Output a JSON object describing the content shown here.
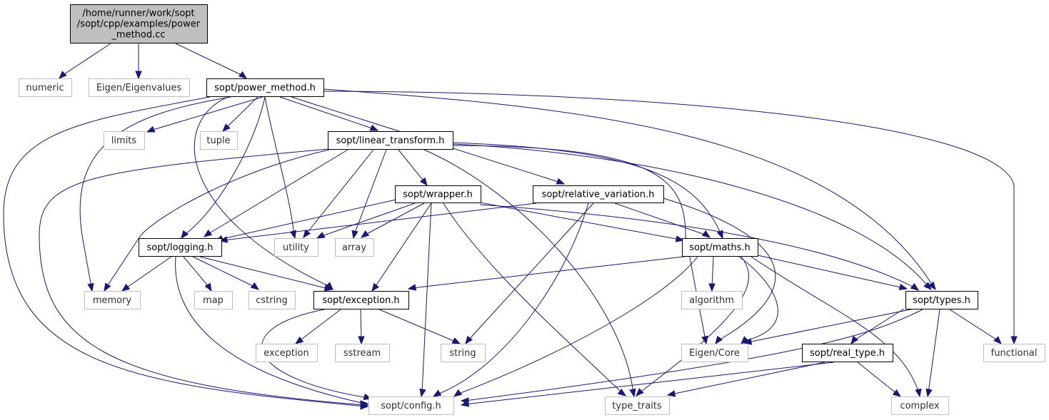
{
  "title": "",
  "diagram": {
    "type": "include-dependency-graph",
    "colors": {
      "edge": "#191970",
      "root_fill": "#bfbfbf",
      "external_border": "#bfbfbf",
      "internal_border": "#000000"
    },
    "nodes": [
      {
        "id": "root",
        "lines": [
          "/home/runner/work/sopt",
          "/sopt/cpp/examples/power",
          "_method.cc"
        ],
        "kind": "root"
      },
      {
        "id": "numeric",
        "lines": [
          "numeric"
        ],
        "kind": "external"
      },
      {
        "id": "eigenvalues",
        "lines": [
          "Eigen/Eigenvalues"
        ],
        "kind": "external"
      },
      {
        "id": "power_method",
        "lines": [
          "sopt/power_method.h"
        ],
        "kind": "internal"
      },
      {
        "id": "limits",
        "lines": [
          "limits"
        ],
        "kind": "external"
      },
      {
        "id": "tuple",
        "lines": [
          "tuple"
        ],
        "kind": "external"
      },
      {
        "id": "linear_transform",
        "lines": [
          "sopt/linear_transform.h"
        ],
        "kind": "internal"
      },
      {
        "id": "wrapper",
        "lines": [
          "sopt/wrapper.h"
        ],
        "kind": "internal"
      },
      {
        "id": "relative_variation",
        "lines": [
          "sopt/relative_variation.h"
        ],
        "kind": "internal"
      },
      {
        "id": "logging",
        "lines": [
          "sopt/logging.h"
        ],
        "kind": "internal"
      },
      {
        "id": "utility",
        "lines": [
          "utility"
        ],
        "kind": "external"
      },
      {
        "id": "array",
        "lines": [
          "array"
        ],
        "kind": "external"
      },
      {
        "id": "maths",
        "lines": [
          "sopt/maths.h"
        ],
        "kind": "internal"
      },
      {
        "id": "memory",
        "lines": [
          "memory"
        ],
        "kind": "external"
      },
      {
        "id": "map",
        "lines": [
          "map"
        ],
        "kind": "external"
      },
      {
        "id": "cstring",
        "lines": [
          "cstring"
        ],
        "kind": "external"
      },
      {
        "id": "exception_h",
        "lines": [
          "sopt/exception.h"
        ],
        "kind": "internal"
      },
      {
        "id": "algorithm",
        "lines": [
          "algorithm"
        ],
        "kind": "external"
      },
      {
        "id": "types",
        "lines": [
          "sopt/types.h"
        ],
        "kind": "internal"
      },
      {
        "id": "exception",
        "lines": [
          "exception"
        ],
        "kind": "external"
      },
      {
        "id": "sstream",
        "lines": [
          "sstream"
        ],
        "kind": "external"
      },
      {
        "id": "string",
        "lines": [
          "string"
        ],
        "kind": "external"
      },
      {
        "id": "eigen_core",
        "lines": [
          "Eigen/Core"
        ],
        "kind": "external"
      },
      {
        "id": "real_type",
        "lines": [
          "sopt/real_type.h"
        ],
        "kind": "internal"
      },
      {
        "id": "functional",
        "lines": [
          "functional"
        ],
        "kind": "external"
      },
      {
        "id": "config",
        "lines": [
          "sopt/config.h"
        ],
        "kind": "external"
      },
      {
        "id": "type_traits",
        "lines": [
          "type_traits"
        ],
        "kind": "external"
      },
      {
        "id": "complex",
        "lines": [
          "complex"
        ],
        "kind": "external"
      }
    ],
    "edges": [
      {
        "from": "root",
        "to": "numeric"
      },
      {
        "from": "root",
        "to": "eigenvalues"
      },
      {
        "from": "root",
        "to": "power_method"
      },
      {
        "from": "power_method",
        "to": "limits"
      },
      {
        "from": "power_method",
        "to": "tuple"
      },
      {
        "from": "power_method",
        "to": "linear_transform"
      },
      {
        "from": "power_method",
        "to": "relative_variation"
      },
      {
        "from": "power_method",
        "to": "logging"
      },
      {
        "from": "power_method",
        "to": "utility"
      },
      {
        "from": "power_method",
        "to": "memory"
      },
      {
        "from": "power_method",
        "to": "exception_h"
      },
      {
        "from": "power_method",
        "to": "config"
      },
      {
        "from": "power_method",
        "to": "types"
      },
      {
        "from": "power_method",
        "to": "functional"
      },
      {
        "from": "linear_transform",
        "to": "wrapper"
      },
      {
        "from": "linear_transform",
        "to": "logging"
      },
      {
        "from": "linear_transform",
        "to": "utility"
      },
      {
        "from": "linear_transform",
        "to": "array"
      },
      {
        "from": "linear_transform",
        "to": "maths"
      },
      {
        "from": "linear_transform",
        "to": "memory"
      },
      {
        "from": "linear_transform",
        "to": "config"
      },
      {
        "from": "linear_transform",
        "to": "types"
      },
      {
        "from": "linear_transform",
        "to": "eigen_core"
      },
      {
        "from": "linear_transform",
        "to": "type_traits"
      },
      {
        "from": "wrapper",
        "to": "utility"
      },
      {
        "from": "wrapper",
        "to": "array"
      },
      {
        "from": "wrapper",
        "to": "logging"
      },
      {
        "from": "wrapper",
        "to": "exception_h"
      },
      {
        "from": "wrapper",
        "to": "maths"
      },
      {
        "from": "wrapper",
        "to": "types"
      },
      {
        "from": "wrapper",
        "to": "config"
      },
      {
        "from": "wrapper",
        "to": "type_traits"
      },
      {
        "from": "relative_variation",
        "to": "logging"
      },
      {
        "from": "relative_variation",
        "to": "maths"
      },
      {
        "from": "relative_variation",
        "to": "string"
      },
      {
        "from": "relative_variation",
        "to": "config"
      },
      {
        "from": "relative_variation",
        "to": "eigen_core"
      },
      {
        "from": "logging",
        "to": "memory"
      },
      {
        "from": "logging",
        "to": "map"
      },
      {
        "from": "logging",
        "to": "cstring"
      },
      {
        "from": "logging",
        "to": "exception_h"
      },
      {
        "from": "logging",
        "to": "config"
      },
      {
        "from": "maths",
        "to": "exception_h"
      },
      {
        "from": "maths",
        "to": "algorithm"
      },
      {
        "from": "maths",
        "to": "types"
      },
      {
        "from": "maths",
        "to": "eigen_core"
      },
      {
        "from": "maths",
        "to": "type_traits"
      },
      {
        "from": "maths",
        "to": "complex"
      },
      {
        "from": "maths",
        "to": "config"
      },
      {
        "from": "exception_h",
        "to": "exception"
      },
      {
        "from": "exception_h",
        "to": "sstream"
      },
      {
        "from": "exception_h",
        "to": "string"
      },
      {
        "from": "exception_h",
        "to": "config"
      },
      {
        "from": "types",
        "to": "eigen_core"
      },
      {
        "from": "types",
        "to": "real_type"
      },
      {
        "from": "types",
        "to": "functional"
      },
      {
        "from": "types",
        "to": "complex"
      },
      {
        "from": "types",
        "to": "config"
      },
      {
        "from": "real_type",
        "to": "config"
      },
      {
        "from": "real_type",
        "to": "type_traits"
      },
      {
        "from": "real_type",
        "to": "complex"
      }
    ]
  }
}
